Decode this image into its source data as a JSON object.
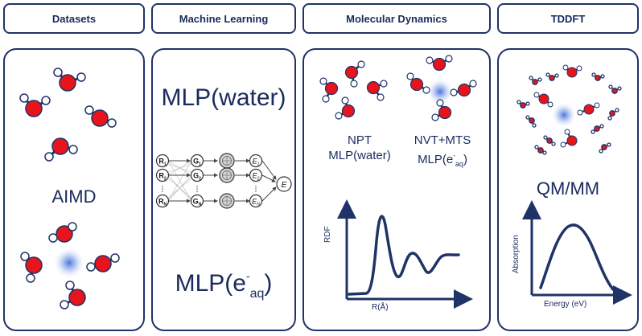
{
  "headers": {
    "datasets": "Datasets",
    "ml": "Machine Learning",
    "md": "Molecular Dynamics",
    "tddft": "TDDFT"
  },
  "datasets_panel": {
    "aimd": "AIMD"
  },
  "ml_panel": {
    "mlp_water": "MLP(water)",
    "mlp_eaq_main": "MLP(e",
    "mlp_eaq_sup": "-",
    "mlp_eaq_sub": "aq",
    "mlp_eaq_close": ")",
    "network": {
      "inputs": [
        "R1",
        "R2",
        "RN"
      ],
      "descriptors": [
        "G1",
        "G2",
        "GN"
      ],
      "energies": [
        "E1",
        "E2",
        "EN"
      ],
      "output": "E"
    }
  },
  "md_panel": {
    "npt_line1": "NPT",
    "npt_line2": "MLP(water)",
    "nvt_line1": "NVT+MTS",
    "nvt_line2_main": "MLP(e",
    "nvt_line2_sup": "-",
    "nvt_line2_sub": "aq",
    "nvt_line2_close": ")",
    "ylabel": "RDF",
    "xlabel": "R(Å)"
  },
  "tddft_panel": {
    "method": "QM/MM",
    "ylabel": "Absorption",
    "xlabel": "Energy (eV)"
  },
  "colors": {
    "navy": "#1f3366",
    "oxygen": "#e8141c",
    "electron": "#3f6ed8"
  }
}
